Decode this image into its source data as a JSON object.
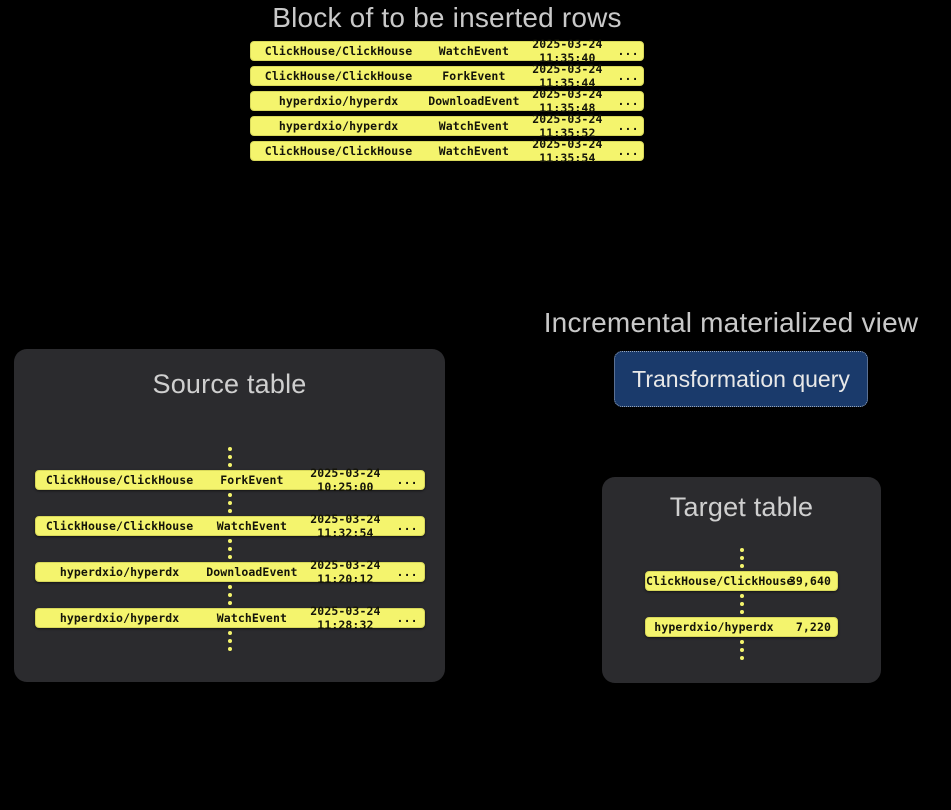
{
  "background_color": "#000000",
  "accent_row_color": "#f4f46d",
  "panel_color": "#2b2b2e",
  "query_box_color": "#1a3a6b",
  "heading_color": "#c9c9c9",
  "block": {
    "title": "Block of to be inserted rows",
    "rows": [
      {
        "repo": "ClickHouse/ClickHouse",
        "event": "WatchEvent",
        "timestamp": "2025-03-24 11:35:40",
        "more": "..."
      },
      {
        "repo": "ClickHouse/ClickHouse",
        "event": "ForkEvent",
        "timestamp": "2025-03-24 11:35:44",
        "more": "..."
      },
      {
        "repo": "hyperdxio/hyperdx",
        "event": "DownloadEvent",
        "timestamp": "2025-03-24 11:35:48",
        "more": "..."
      },
      {
        "repo": "hyperdxio/hyperdx",
        "event": "WatchEvent",
        "timestamp": "2025-03-24 11:35:52",
        "more": "..."
      },
      {
        "repo": "ClickHouse/ClickHouse",
        "event": "WatchEvent",
        "timestamp": "2025-03-24 11:35:54",
        "more": "..."
      }
    ]
  },
  "source_table": {
    "title": "Source table",
    "rows": [
      {
        "repo": "ClickHouse/ClickHouse",
        "event": "ForkEvent",
        "timestamp": "2025-03-24 10:25:00",
        "more": "..."
      },
      {
        "repo": "ClickHouse/ClickHouse",
        "event": "WatchEvent",
        "timestamp": "2025-03-24 11:32:54",
        "more": "..."
      },
      {
        "repo": "hyperdxio/hyperdx",
        "event": "DownloadEvent",
        "timestamp": "2025-03-24 11:20:12",
        "more": "..."
      },
      {
        "repo": "hyperdxio/hyperdx",
        "event": "WatchEvent",
        "timestamp": "2025-03-24 11:28:32",
        "more": "..."
      }
    ]
  },
  "materialized_view": {
    "title": "Incremental materialized view",
    "query_label": "Transformation query"
  },
  "target_table": {
    "title": "Target table",
    "rows": [
      {
        "repo": "ClickHouse/ClickHouse",
        "count": "39,640"
      },
      {
        "repo": "hyperdxio/hyperdx",
        "count": "7,220"
      }
    ]
  }
}
